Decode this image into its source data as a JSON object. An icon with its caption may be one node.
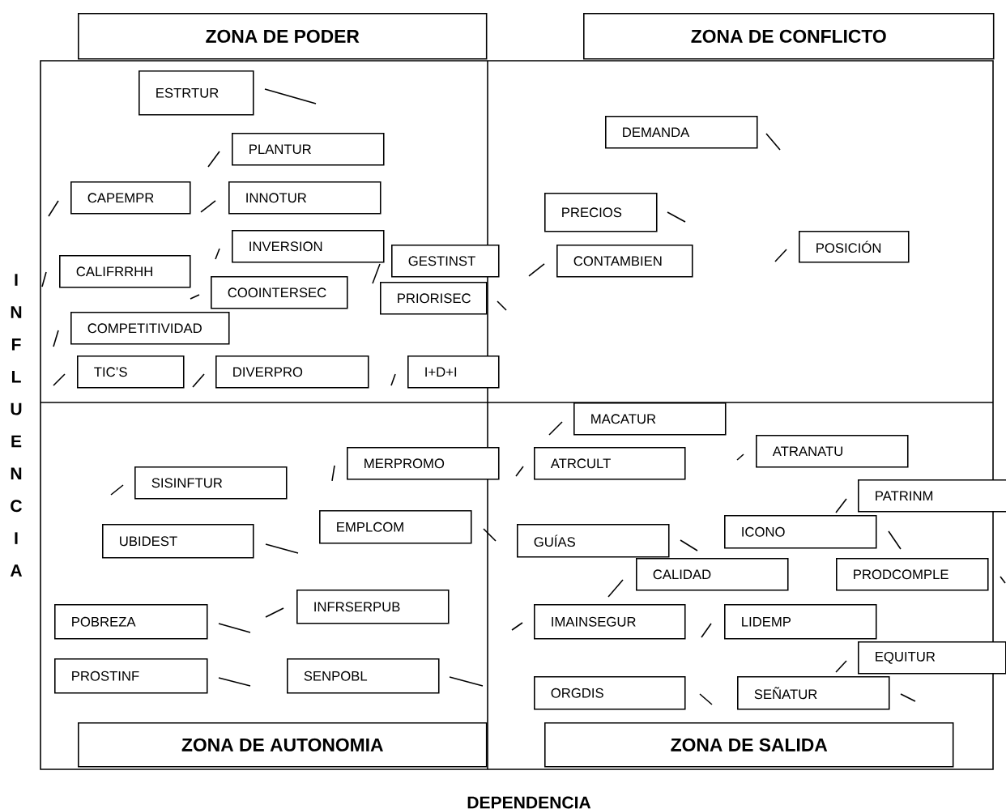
{
  "diagram": {
    "nodes": [
      {
        "text": [
          "ZONA DE PODER"
        ]
      },
      {
        "text": [
          "ZONA DE CONFLICTO"
        ]
      },
      {
        "text": [
          "ESTRTUR"
        ]
      },
      {
        "text": [
          "DEMANDA"
        ]
      },
      {
        "text": [
          "PLANTUR"
        ]
      },
      {
        "text": [
          "CAPEMPR"
        ]
      },
      {
        "text": [
          "INNOTUR"
        ]
      },
      {
        "text": [
          "PRECIOS"
        ]
      },
      {
        "text": [
          "POSICIÓN"
        ]
      },
      {
        "text": [
          "INVERSION"
        ]
      },
      {
        "text": [
          "GESTINST"
        ]
      },
      {
        "text": [
          "CONTAMBIEN"
        ]
      },
      {
        "text": [
          "CALIFRRHH"
        ]
      },
      {
        "text": [
          "COOINTERSEC"
        ]
      },
      {
        "text": [
          "PRIORISEC"
        ]
      },
      {
        "text": [
          "COMPETITIVIDAD"
        ]
      },
      {
        "text": [
          "TIC’S"
        ]
      },
      {
        "text": [
          "DIVERPRO"
        ]
      },
      {
        "text": [
          "I+D+I"
        ]
      },
      {
        "text": [
          "MACATUR"
        ]
      },
      {
        "text": [
          "ATRANATU"
        ]
      },
      {
        "text": [
          "MERPROMO"
        ]
      },
      {
        "text": [
          "ATRCULT"
        ]
      },
      {
        "text": [
          "SISINFTUR"
        ]
      },
      {
        "text": [
          "PATRINM"
        ]
      },
      {
        "text": [
          "EMPLCOM"
        ]
      },
      {
        "text": [
          "ICONO"
        ]
      },
      {
        "text": [
          "GUÍAS"
        ]
      },
      {
        "text": [
          "UBIDEST"
        ]
      },
      {
        "text": [
          "CALIDAD"
        ]
      },
      {
        "text": [
          "PRODCOMPLE"
        ]
      },
      {
        "text": [
          "INFRSERPUB"
        ]
      },
      {
        "text": [
          "POBREZA"
        ]
      },
      {
        "text": [
          "IMAINSEGUR"
        ]
      },
      {
        "text": [
          "LIDEMP"
        ]
      },
      {
        "text": [
          "EQUITUR"
        ]
      },
      {
        "text": [
          "PROSTINF"
        ]
      },
      {
        "text": [
          "SENPOBL"
        ]
      },
      {
        "text": [
          "ORGDIS"
        ]
      },
      {
        "text": [
          "SEÑATUR"
        ]
      },
      {
        "text": [
          "ZONA DE AUTONOMIA"
        ]
      },
      {
        "text": [
          "ZONA DE SALIDA"
        ]
      }
    ],
    "labels": [
      "INFLUENCIA",
      "DEPENDENCIA"
    ]
  }
}
